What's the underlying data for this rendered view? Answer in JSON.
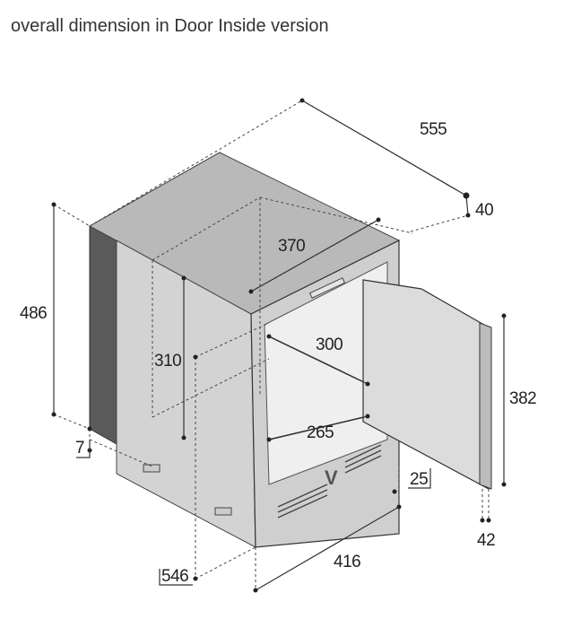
{
  "caption": "overall dimension in Door Inside version",
  "dimensions": {
    "depth_total": "555",
    "door_offset": "40",
    "inner_depth": "370",
    "height_total": "486",
    "inner_height": "310",
    "inner_width_top": "300",
    "inner_width_bottom": "265",
    "door_height": "382",
    "base_gap": "7",
    "door_gap": "25",
    "front_width": "416",
    "depth_bottom": "546",
    "door_foot": "42"
  },
  "colors": {
    "line": "#333333",
    "body": "#d3d3d3",
    "side_dark": "#555555",
    "door": "#dcdcdc"
  }
}
